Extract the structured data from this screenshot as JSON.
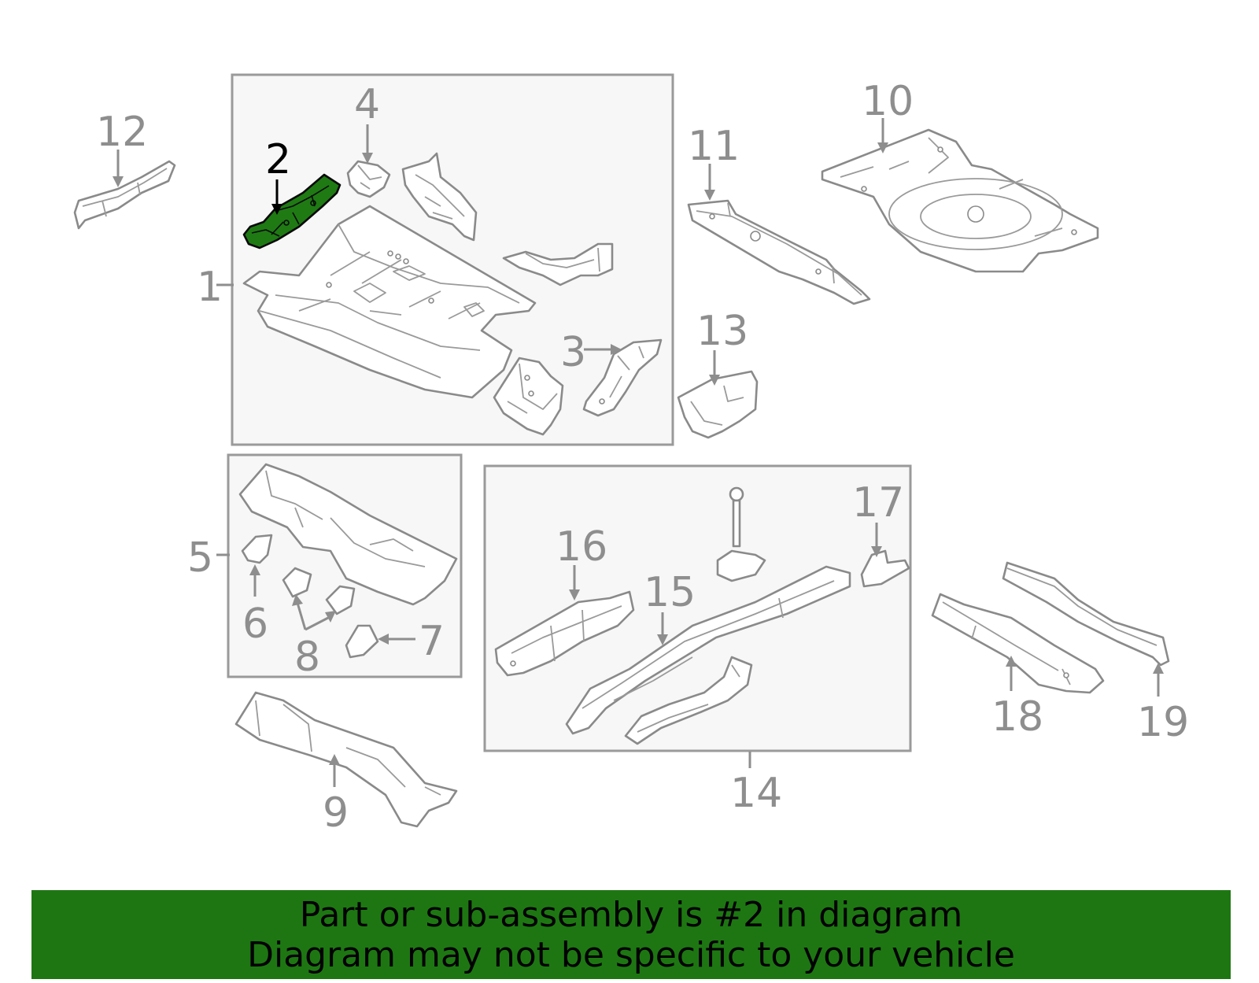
{
  "callouts": {
    "c1": "1",
    "c2": "2",
    "c3": "3",
    "c4": "4",
    "c5": "5",
    "c6": "6",
    "c7": "7",
    "c8": "8",
    "c9": "9",
    "c10": "10",
    "c11": "11",
    "c12": "12",
    "c13": "13",
    "c14": "14",
    "c15": "15",
    "c16": "16",
    "c17": "17",
    "c18": "18",
    "c19": "19"
  },
  "highlighted_part": "2",
  "colors": {
    "highlight": "#1f7a14",
    "banner": "#1e7613",
    "line": "#8a8a8a"
  },
  "banner": {
    "line1": "Part or sub-assembly is #2 in diagram",
    "line2": "Diagram may not be specific to your vehicle"
  }
}
